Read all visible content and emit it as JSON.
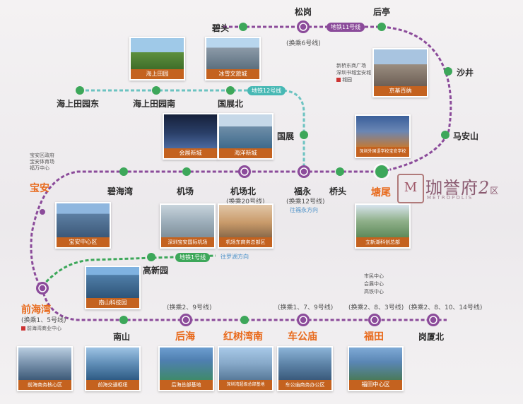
{
  "stations": {
    "haishang_tianyuan_dong": "海上田园东",
    "haishang_tianyuan_nan": "海上田园南",
    "guozhan_bei": "国展北",
    "bitou": "碧头",
    "songgang": "松岗",
    "houting": "后亭",
    "shajing": "沙井",
    "maanshan": "马安山",
    "guozhan": "国展",
    "bihaiwan": "碧海湾",
    "jichang": "机场",
    "jichang_bei": "机场北",
    "fuyong": "福永",
    "qiaotou": "桥头",
    "tangwei": "塘尾",
    "baoan": "宝安",
    "gaoxinyuan": "高新园",
    "qianhaiwan": "前海湾",
    "nanshan": "南山",
    "houhai": "后海",
    "hongshuwan_nan": "红树湾南",
    "chegongmiao": "车公庙",
    "futian": "福田",
    "gangxia_bei": "岗厦北"
  },
  "transfers": {
    "songgang": "(换乘6号线)",
    "jichang_bei": "(换乘20号线)",
    "fuyong": "(换乘12号线)",
    "qianhaiwan": "(换乘1、5号线)",
    "houhai": "(换乘2、9号线)",
    "chegongmiao": "(换乘1、7、9号线)",
    "futian": "(换乘2、8、3号线)",
    "gangxia_bei": "(换乘2、8、10、14号线)"
  },
  "line_tags": {
    "line11": "地铁11号线",
    "line12": "地铁12号线",
    "line1": "地铁1号线"
  },
  "directions": {
    "line12": "往福永方向",
    "line1": "往罗湖方向"
  },
  "poi_notes": {
    "baoan": [
      "宝安区政府",
      "宝安体育场",
      "福万中心"
    ],
    "shajing": [
      "新桥东商广场",
      "深圳书城宝安城",
      "城园"
    ],
    "qianhaiwan": "前海湾商业中心",
    "futian": [
      "市民中心",
      "会展中心",
      "高铁中心"
    ]
  },
  "photos": {
    "haishang_tianyuan": "海上田园",
    "bingxue": "冰雪文旅城",
    "jingji_baihuo": "京基百纳",
    "huizhan_xincheng": "会展新城",
    "haiyang_xincheng": "海洋新城",
    "waiguoyu": "深圳外国语学校宝安学校",
    "baoan_zhongxin": "宝安中心区",
    "jichang_photo": "深圳宝安国际机场",
    "jichang_dongshangwu": "机场东商务总部区",
    "lixin_hu": "立新湖科创总部",
    "nanshan_keji": "南山科技园",
    "qianhai_hexin": "前海商务核心区",
    "qianhai_jiaotong": "前海交通枢纽",
    "houhai_zongbu": "后海总部基地",
    "hongshuwan_zongbu": "深圳湾超级总部基地",
    "chegongmiao_shangwu": "车公庙商务办公区",
    "futian_zhongxin": "福田中心区"
  },
  "logo": {
    "mark": "M",
    "name": "珈誉府",
    "number": "2",
    "suffix": "区",
    "sub": "METROPOLIS"
  },
  "colors": {
    "line11": "#8b4b9a",
    "line12": "#6cc3c1",
    "line1": "#3da75a",
    "highlight": "#e86a1c",
    "caption": "#c4621f"
  }
}
